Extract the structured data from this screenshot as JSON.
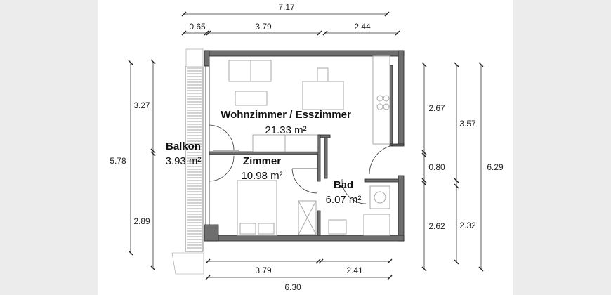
{
  "rooms": [
    {
      "name": "Wohnzimmer / Esszimmer",
      "area": "21.33 m²"
    },
    {
      "name": "Balkon",
      "area": "3.93 m²"
    },
    {
      "name": "Zimmer",
      "area": "10.98 m²"
    },
    {
      "name": "Bad",
      "area": "6.07 m²"
    }
  ],
  "dimensions": {
    "top_total": "7.17",
    "top_segments": [
      "0.65",
      "3.79",
      "2.44"
    ],
    "left_total": "5.78",
    "left_segments": [
      "3.27",
      "2.89"
    ],
    "right_segments_a": [
      "2.67",
      "0.80",
      "2.62"
    ],
    "right_segments_b": [
      "3.57",
      "2.32"
    ],
    "right_total": "6.29",
    "bottom_segments": [
      "3.79",
      "2.41"
    ],
    "bottom_total": "6.30"
  },
  "colors": {
    "wall": "#6e6e6e",
    "background": "#ececec"
  }
}
